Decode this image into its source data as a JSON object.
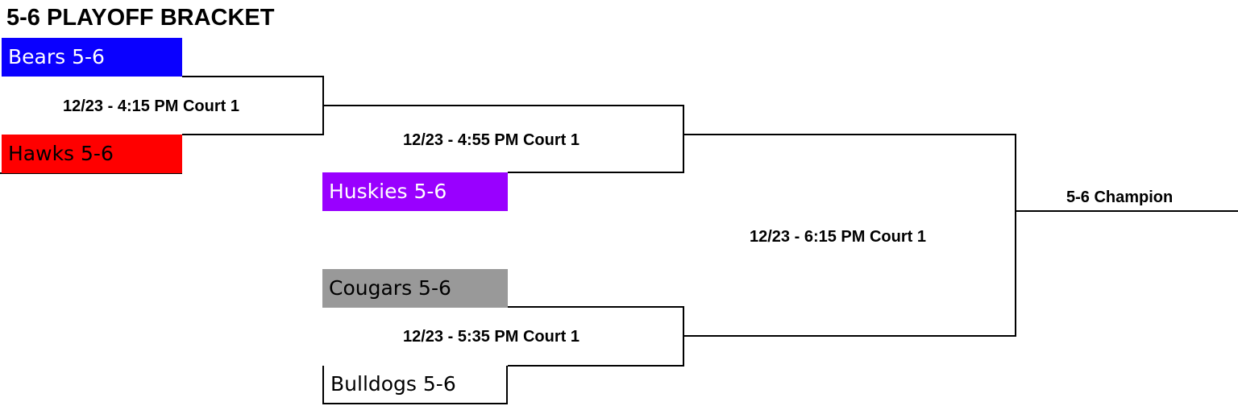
{
  "title": "5-6 PLAYOFF BRACKET",
  "teams": [
    {
      "label": "Bears 5-6",
      "color": "#0a00ff",
      "text_color": "#ffffff"
    },
    {
      "label": "Hawks 5-6",
      "color": "#ff0000",
      "text_color": "#000000"
    },
    {
      "label": "Huskies 5-6",
      "color": "#9900ff",
      "text_color": "#ffffff"
    },
    {
      "label": "Cougars 5-6",
      "color": "#999999",
      "text_color": "#000000"
    },
    {
      "label": "Bulldogs 5-6",
      "color": "#ffffff",
      "text_color": "#000000"
    }
  ],
  "games": [
    {
      "label": "12/23 - 4:15 PM Court 1"
    },
    {
      "label": "12/23 - 4:55 PM Court 1"
    },
    {
      "label": "12/23 - 5:35 PM Court 1"
    },
    {
      "label": "12/23 - 6:15 PM Court 1"
    }
  ],
  "champion": {
    "label": "5-6 Champion"
  }
}
